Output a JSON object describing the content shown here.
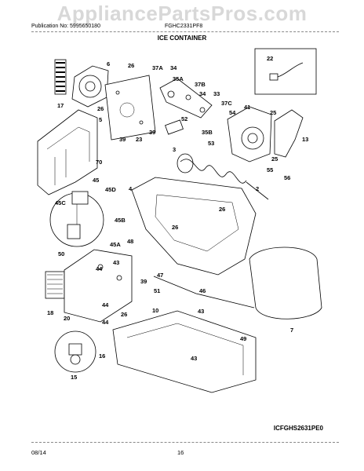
{
  "watermark": "AppliancePartsPros.com",
  "header": {
    "publication": "Publication No: 5995650180",
    "model": "FGHC2331PF8",
    "title": "ICE CONTAINER"
  },
  "footer": {
    "date": "08/14",
    "page": "16"
  },
  "diagram_code": "ICFGHS2631PE0",
  "callouts": [
    "6",
    "26",
    "37A",
    "34",
    "35A",
    "37B",
    "34",
    "33",
    "37C",
    "41",
    "22",
    "17",
    "26",
    "5",
    "52",
    "39",
    "23",
    "39",
    "35B",
    "53",
    "54",
    "25",
    "13",
    "70",
    "3",
    "55",
    "25",
    "56",
    "45",
    "45D",
    "4",
    "2",
    "45C",
    "45B",
    "26",
    "26",
    "50",
    "48",
    "45A",
    "43",
    "44",
    "47",
    "39",
    "51",
    "46",
    "18",
    "20",
    "44",
    "26",
    "10",
    "43",
    "16",
    "44",
    "7",
    "43",
    "49",
    "15"
  ]
}
